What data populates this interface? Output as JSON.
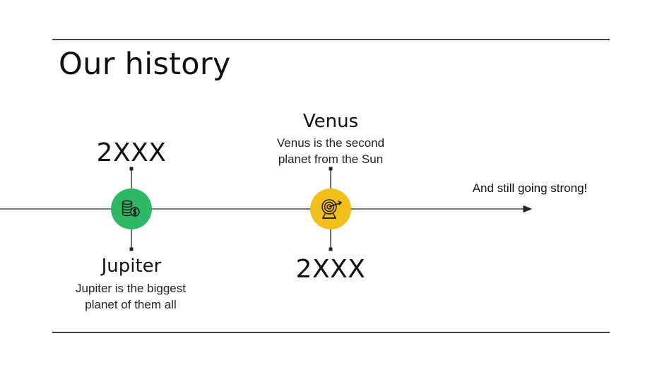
{
  "title": "Our history",
  "milestones": [
    {
      "year": "2XXX",
      "name": "Jupiter",
      "description_line1": "Jupiter is the biggest",
      "description_line2": "planet of them all",
      "color": "#2eb866",
      "icon": "coins-dollar-icon"
    },
    {
      "year": "2XXX",
      "name": "Venus",
      "description_line1": "Venus is the second",
      "description_line2": "planet from the Sun",
      "color": "#f2be1a",
      "icon": "target-arrow-icon"
    }
  ],
  "closing_note": "And still going strong!"
}
